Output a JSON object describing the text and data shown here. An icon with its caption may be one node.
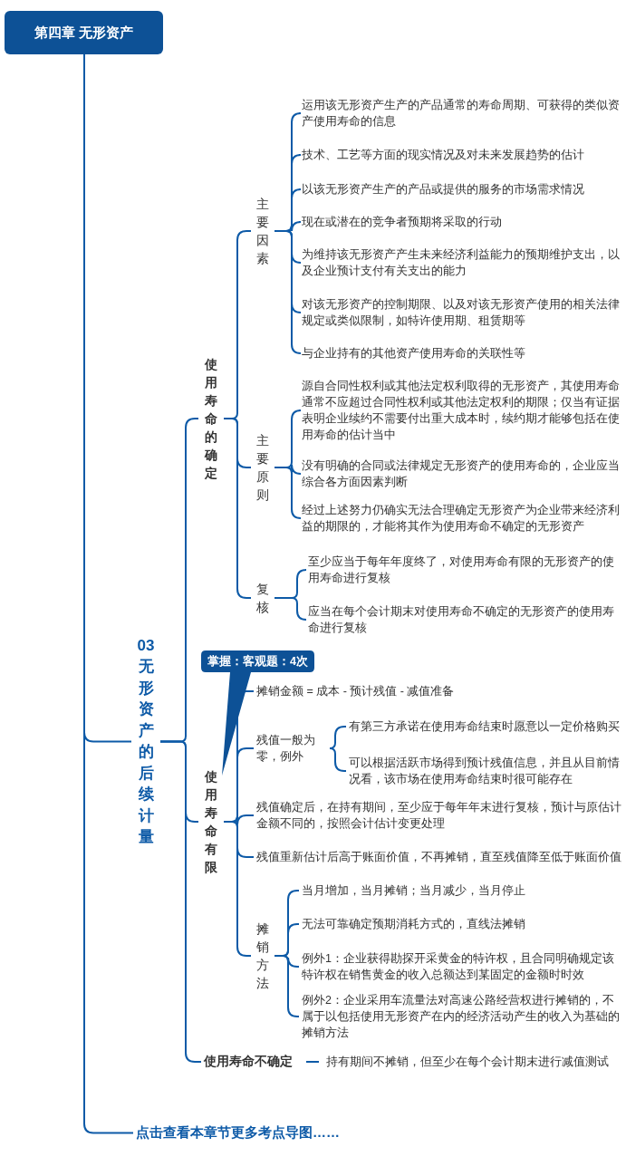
{
  "diagram": {
    "nodes": [
      {
        "text": [
          "第四章 无形资产"
        ]
      },
      {
        "text": [
          "03无形资产的后续计量"
        ]
      },
      {
        "text": [
          "使用寿命的确定"
        ]
      },
      {
        "text": [
          "主要因素"
        ]
      },
      {
        "text": [
          "运用该无形资产生产的产品通常的寿命周期、可获得的类似资产使用寿命的信息"
        ]
      },
      {
        "text": [
          "技术、工艺等方面的现实情况及对未来发展趋势的估计"
        ]
      },
      {
        "text": [
          "以该无形资产生产的产品或提供的服务的市场需求情况"
        ]
      },
      {
        "text": [
          "现在或潜在的竞争者预期将采取的行动"
        ]
      },
      {
        "text": [
          "为维持该无形资产产生未来经济利益能力的预期维护支出，以及企业预计支付有关支出的能力"
        ]
      },
      {
        "text": [
          "对该无形资产的控制期限、以及对该无形资产使用的相关法律规定或类似限制，如特许使用期、租赁期等"
        ]
      },
      {
        "text": [
          "与企业持有的其他资产使用寿命的关联性等"
        ]
      },
      {
        "text": [
          "主要原则"
        ]
      },
      {
        "text": [
          "源自合同性权利或其他法定权利取得的无形资产，其使用寿命通常不应超过合同性权利或其他法定权利的期限；仅当有证据表明企业续约不需要付出重大成本时，续约期才能够包括在使用寿命的估计当中"
        ]
      },
      {
        "text": [
          "没有明确的合同或法律规定无形资产的使用寿命的，企业应当综合各方面因素判断"
        ]
      },
      {
        "text": [
          "经过上述努力仍确实无法合理确定无形资产为企业带来经济利益的期限的，才能将其作为使用寿命不确定的无形资产"
        ]
      },
      {
        "text": [
          "复核"
        ]
      },
      {
        "text": [
          "至少应当于每年年度终了，对使用寿命有限的无形资产的使用寿命进行复核"
        ]
      },
      {
        "text": [
          "应当在每个会计期末对使用寿命不确定的无形资产的使用寿命进行复核"
        ]
      },
      {
        "text": [
          "使用寿命有限"
        ]
      },
      {
        "text": [
          "摊销金额 = 成本 - 预计残值 - 减值准备"
        ]
      },
      {
        "text": [
          "残值一般为零，例外"
        ]
      },
      {
        "text": [
          "有第三方承诺在使用寿命结束时愿意以一定价格购买"
        ]
      },
      {
        "text": [
          "可以根据活跃市场得到预计残值信息，并且从目前情况看，该市场在使用寿命结束时很可能存在"
        ]
      },
      {
        "text": [
          "残值确定后，在持有期间，至少应于每年年末进行复核，预计与原估计金额不同的，按照会计估计变更处理"
        ]
      },
      {
        "text": [
          "残值重新估计后高于账面价值，不再摊销，直至残值降至低于账面价值"
        ]
      },
      {
        "text": [
          "摊销方法"
        ]
      },
      {
        "text": [
          "当月增加，当月摊销；当月减少，当月停止"
        ]
      },
      {
        "text": [
          "无法可靠确定预期消耗方式的，直线法摊销"
        ]
      },
      {
        "text": [
          "例外1：企业获得勘探开采黄金的特许权，且合同明确规定该特许权在销售黄金的收入总额达到某固定的金额时时效"
        ]
      },
      {
        "text": [
          "例外2：企业采用车流量法对高速公路经营权进行摊销的，不属于以包括使用无形资产在内的经济活动产生的收入为基础的摊销方法"
        ]
      },
      {
        "text": [
          "使用寿命不确定"
        ]
      },
      {
        "text": [
          "持有期间不摊销，但至少在每个会计期末进行减值测试"
        ]
      },
      {
        "text": [
          "点击查看本章节更多考点导图……"
        ]
      }
    ],
    "edges": [
      {
        "from": 0,
        "to": 1,
        "arrow": "none"
      },
      {
        "from": 0,
        "to": 32,
        "arrow": "none"
      },
      {
        "from": 1,
        "to": 2,
        "arrow": "none"
      },
      {
        "from": 1,
        "to": 18,
        "arrow": "none"
      },
      {
        "from": 1,
        "to": 30,
        "arrow": "none"
      },
      {
        "from": 2,
        "to": 3,
        "arrow": "none"
      },
      {
        "from": 2,
        "to": 11,
        "arrow": "none"
      },
      {
        "from": 2,
        "to": 15,
        "arrow": "none"
      },
      {
        "from": 3,
        "to": 4,
        "arrow": "none"
      },
      {
        "from": 3,
        "to": 5,
        "arrow": "none"
      },
      {
        "from": 3,
        "to": 6,
        "arrow": "none"
      },
      {
        "from": 3,
        "to": 7,
        "arrow": "none"
      },
      {
        "from": 3,
        "to": 8,
        "arrow": "none"
      },
      {
        "from": 3,
        "to": 9,
        "arrow": "none"
      },
      {
        "from": 3,
        "to": 10,
        "arrow": "none"
      },
      {
        "from": 11,
        "to": 12,
        "arrow": "none"
      },
      {
        "from": 11,
        "to": 13,
        "arrow": "none"
      },
      {
        "from": 11,
        "to": 14,
        "arrow": "none"
      },
      {
        "from": 15,
        "to": 16,
        "arrow": "none"
      },
      {
        "from": 15,
        "to": 17,
        "arrow": "none"
      },
      {
        "from": 18,
        "to": 19,
        "arrow": "none"
      },
      {
        "from": 18,
        "to": 20,
        "arrow": "none"
      },
      {
        "from": 18,
        "to": 23,
        "arrow": "none"
      },
      {
        "from": 18,
        "to": 24,
        "arrow": "none"
      },
      {
        "from": 18,
        "to": 25,
        "arrow": "none"
      },
      {
        "from": 20,
        "to": 21,
        "arrow": "none"
      },
      {
        "from": 20,
        "to": 22,
        "arrow": "none"
      },
      {
        "from": 25,
        "to": 26,
        "arrow": "none"
      },
      {
        "from": 25,
        "to": 27,
        "arrow": "none"
      },
      {
        "from": 25,
        "to": 28,
        "arrow": "none"
      },
      {
        "from": 25,
        "to": 29,
        "arrow": "none"
      },
      {
        "from": 30,
        "to": 31,
        "arrow": "none"
      }
    ],
    "labels": [
      "掌握：客观题：4次"
    ]
  }
}
